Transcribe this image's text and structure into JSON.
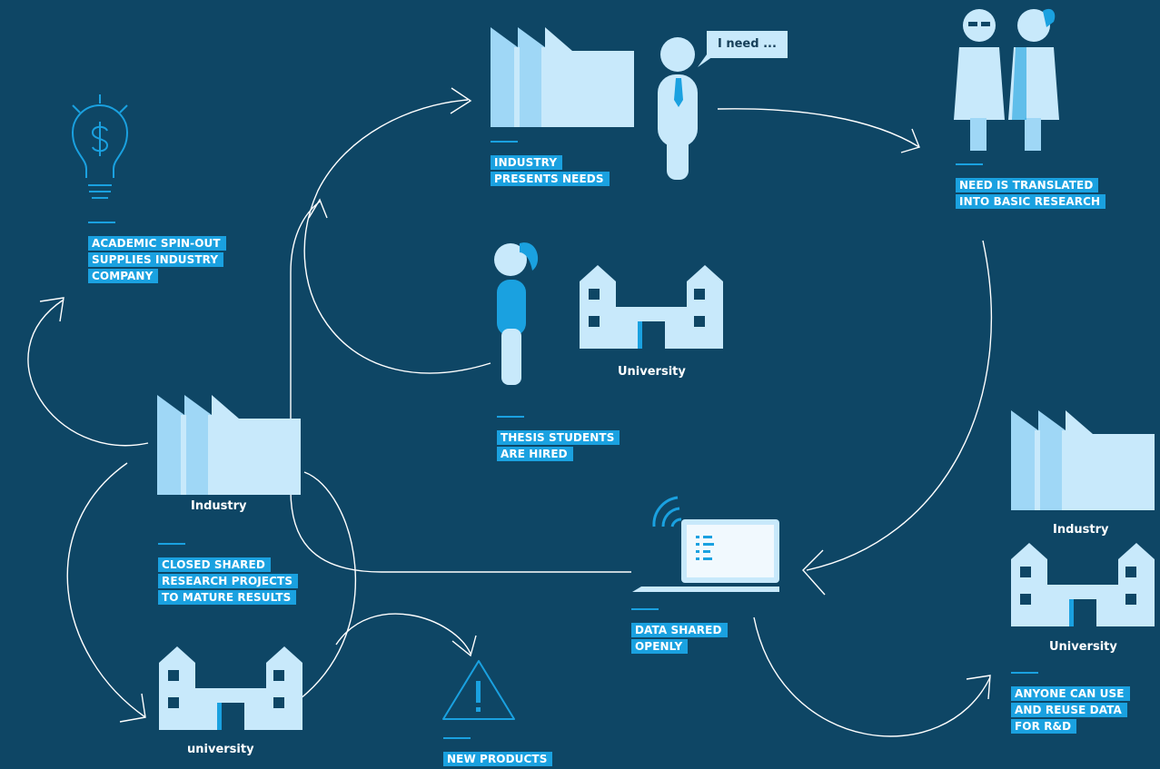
{
  "colors": {
    "background": "#0e4665",
    "label_bg": "#1aa1e0",
    "icon_light": "#c8e9fb",
    "icon_mid": "#9fd7f6",
    "icon_accent": "#1aa1e0",
    "stroke": "#ffffff"
  },
  "labels": {
    "industry_presents": [
      "INDUSTRY",
      "PRESENTS NEEDS"
    ],
    "need_translated": [
      "NEED IS TRANSLATED",
      "INTO BASIC RESEARCH"
    ],
    "spin_out": [
      "ACADEMIC SPIN-OUT",
      "SUPPLIES INDUSTRY",
      "COMPANY"
    ],
    "thesis": [
      "THESIS STUDENTS",
      "ARE HIRED"
    ],
    "closed_shared": [
      "CLOSED SHARED",
      "RESEARCH PROJECTS",
      "TO MATURE RESULTS"
    ],
    "data_shared": [
      "DATA SHARED",
      "OPENLY"
    ],
    "anyone": [
      "ANYONE CAN USE",
      "AND REUSE DATA",
      "FOR R&D"
    ],
    "new_products": [
      "NEW PRODUCTS"
    ]
  },
  "captions": {
    "speech": "I need ...",
    "university_center": "University",
    "industry_left": "Industry",
    "university_left": "university",
    "industry_right": "Industry",
    "university_right": "University"
  },
  "icons": [
    "factory-icon",
    "businessman-icon",
    "speech-bubble-icon",
    "researchers-icon",
    "lightbulb-dollar-icon",
    "student-icon",
    "university-icon",
    "laptop-wifi-icon",
    "warning-icon"
  ]
}
